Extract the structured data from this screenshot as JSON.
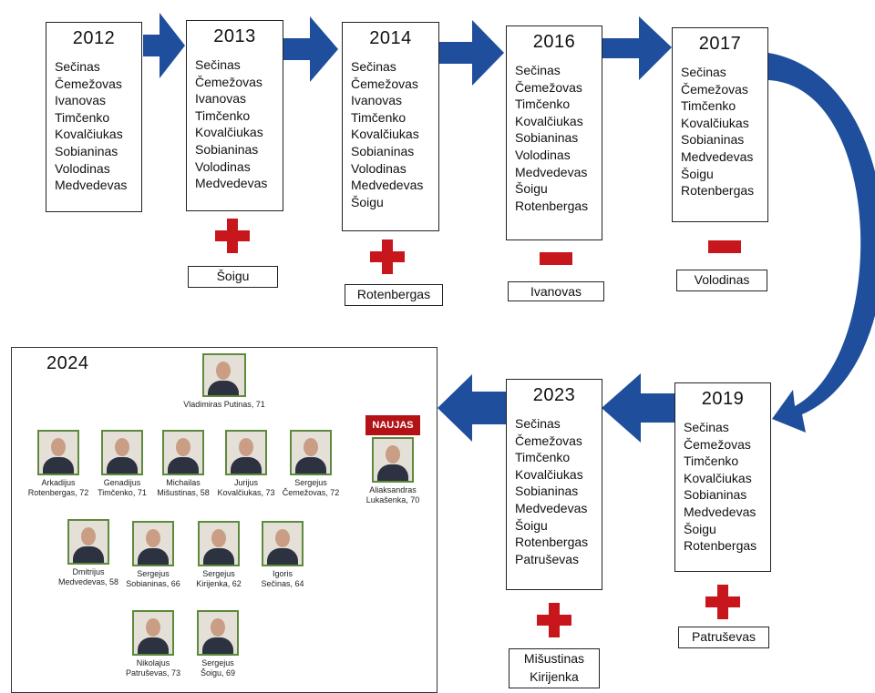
{
  "timeline": [
    {
      "year": "2012",
      "members": [
        "Sečinas",
        "Čemežovas",
        "Ivanovas",
        "Timčenko",
        "Kovalčiukas",
        "Sobianinas",
        "Volodinas",
        "Medvedevas"
      ]
    },
    {
      "year": "2013",
      "members": [
        "Sečinas",
        "Čemežovas",
        "Ivanovas",
        "Timčenko",
        "Kovalčiukas",
        "Sobianinas",
        "Volodinas",
        "Medvedevas"
      ],
      "change": "plus",
      "changed_names": [
        "Šoigu"
      ]
    },
    {
      "year": "2014",
      "members": [
        "Sečinas",
        "Čemežovas",
        "Ivanovas",
        "Timčenko",
        "Kovalčiukas",
        "Sobianinas",
        "Volodinas",
        "Medvedevas",
        "Šoigu"
      ],
      "change": "plus",
      "changed_names": [
        "Rotenbergas"
      ]
    },
    {
      "year": "2016",
      "members": [
        "Sečinas",
        "Čemežovas",
        "Timčenko",
        "Kovalčiukas",
        "Sobianinas",
        "Volodinas",
        "Medvedevas",
        "Šoigu",
        "Rotenbergas"
      ],
      "change": "minus",
      "changed_names": [
        "Ivanovas"
      ]
    },
    {
      "year": "2017",
      "members": [
        "Sečinas",
        "Čemežovas",
        "Timčenko",
        "Kovalčiukas",
        "Sobianinas",
        "Medvedevas",
        "Šoigu",
        "Rotenbergas"
      ],
      "change": "minus",
      "changed_names": [
        "Volodinas"
      ]
    },
    {
      "year": "2019",
      "members": [
        "Sečinas",
        "Čemežovas",
        "Timčenko",
        "Kovalčiukas",
        "Sobianinas",
        "Medvedevas",
        "Šoigu",
        "Rotenbergas"
      ],
      "change": "plus",
      "changed_names": [
        "Patruševas"
      ]
    },
    {
      "year": "2023",
      "members": [
        "Sečinas",
        "Čemežovas",
        "Timčenko",
        "Kovalčiukas",
        "Sobianinas",
        "Medvedevas",
        "Šoigu",
        "Rotenbergas",
        "Patruševas"
      ],
      "change": "plus",
      "changed_names": [
        "Mišustinas",
        "Kirijenka"
      ]
    }
  ],
  "panel_2024": {
    "year": "2024",
    "new_badge": "NAUJAS",
    "leader": {
      "name": "Vladimiras Putinas, 71",
      "icon": "portrait-photo-icon"
    },
    "new_member": {
      "line1": "Aliaksandras",
      "line2": "Lukašenka, 70",
      "icon": "portrait-photo-icon"
    },
    "members": [
      {
        "line1": "Arkadijus",
        "line2": "Rotenbergas, 72"
      },
      {
        "line1": "Genadijus",
        "line2": "Timčenko, 71"
      },
      {
        "line1": "Michailas",
        "line2": "Mišustinas, 58"
      },
      {
        "line1": "Jurijus",
        "line2": "Kovalčiukas, 73"
      },
      {
        "line1": "Sergejus",
        "line2": "Čemežovas, 72"
      },
      {
        "line1": "Dmitrijus",
        "line2": "Medvedevas, 58"
      },
      {
        "line1": "Sergejus",
        "line2": "Sobianinas, 66"
      },
      {
        "line1": "Sergejus",
        "line2": "Kirijenka, 62"
      },
      {
        "line1": "Igoris",
        "line2": "Sečinas, 64"
      },
      {
        "line1": "Nikolajus",
        "line2": "Patruševas, 73"
      },
      {
        "line1": "Sergejus",
        "line2": "Šoigu, 69"
      }
    ]
  },
  "colors": {
    "arrow": "#1f4e9c",
    "plus_minus": "#c8161d",
    "photo_border": "#5d8a3c",
    "badge": "#b31217"
  }
}
